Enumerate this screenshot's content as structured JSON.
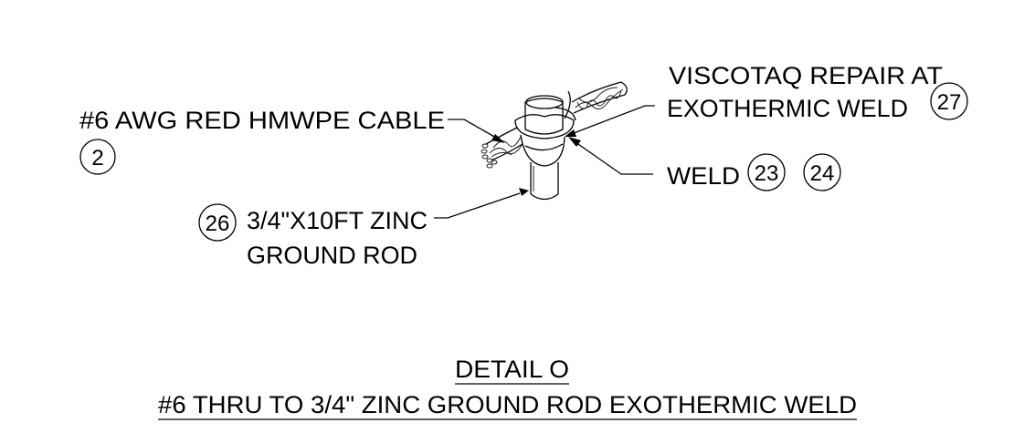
{
  "labels": {
    "cable": "#6 AWG RED HMWPE CABLE",
    "viscotaq_line1": "VISCOTAQ REPAIR AT",
    "viscotaq_line2": "EXOTHERMIC WELD",
    "weld": "WELD",
    "rod_line1": "3/4\"X10FT ZINC",
    "rod_line2": "GROUND ROD"
  },
  "callouts": {
    "cable": "2",
    "viscotaq": "27",
    "weld_a": "23",
    "weld_b": "24",
    "rod": "26"
  },
  "title": {
    "detail": "DETAIL O",
    "subtitle": "#6 THRU TO 3/4\" ZINC GROUND ROD EXOTHERMIC WELD"
  }
}
